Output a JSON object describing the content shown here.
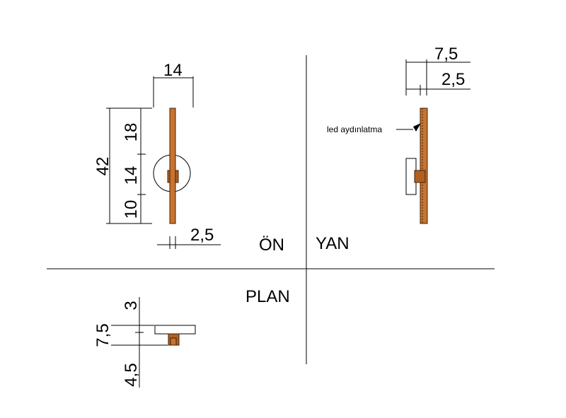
{
  "views": {
    "front": "ÖN",
    "side": "YAN",
    "plan": "PLAN"
  },
  "front_dims": {
    "width_top": "14",
    "total_height": "42",
    "seg_top": "18",
    "seg_mid": "14",
    "seg_bottom": "10",
    "thickness": "2,5"
  },
  "side_dims": {
    "top": "7,5",
    "second": "2,5",
    "note": "led aydınlatma"
  },
  "plan_dims": {
    "top": "3",
    "mid": "7,5",
    "bottom": "4,5"
  },
  "colors": {
    "wood": "#c8732e",
    "line": "#000000"
  }
}
